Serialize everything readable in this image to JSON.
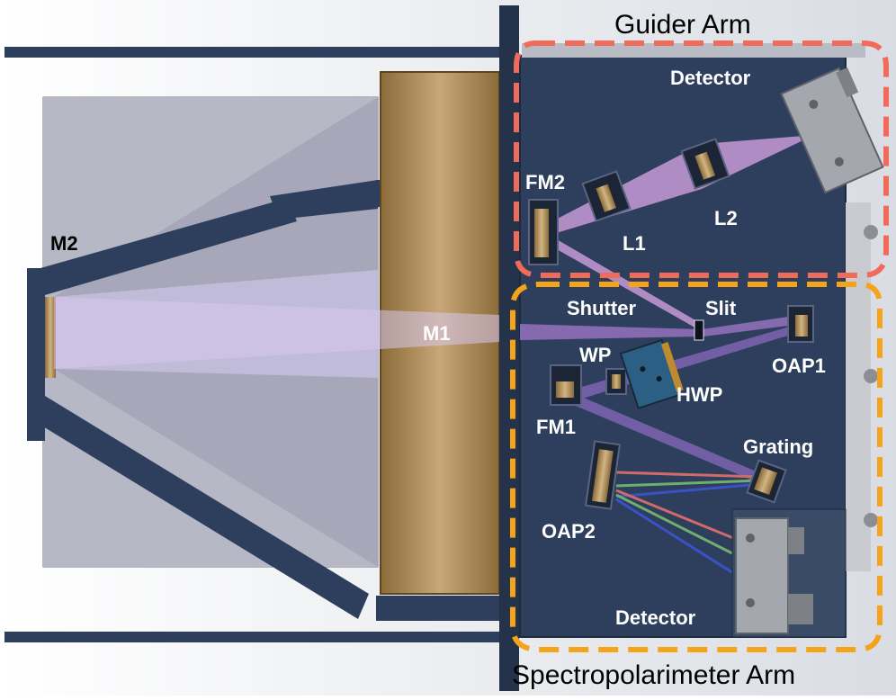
{
  "regions": {
    "guider_arm": "Guider Arm",
    "spectropolarimeter_arm": "Spectropolarimeter Arm"
  },
  "components": {
    "m1": "M1",
    "m2": "M2",
    "fm2": "FM2",
    "l1": "L1",
    "l2": "L2",
    "guider_detector": "Detector",
    "shutter": "Shutter",
    "slit": "Slit",
    "oap1": "OAP1",
    "wp": "WP",
    "hwp": "HWP",
    "fm1": "FM1",
    "grating": "Grating",
    "oap2": "OAP2",
    "spectro_detector": "Detector"
  },
  "colors": {
    "guider_outline": "#f26a5a",
    "spectro_outline": "#f5a31a",
    "bench": "#2d3f5c",
    "mirror": "#b08d5c",
    "beam": "#c79ad6"
  }
}
